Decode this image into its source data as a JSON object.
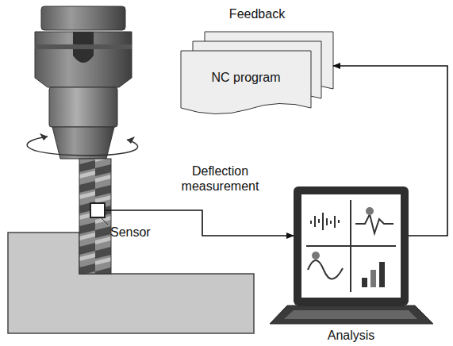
{
  "diagram": {
    "nodes": [
      {
        "text": [
          "Feedback",
          "NC program"
        ]
      },
      {
        "text": [
          "Sensor"
        ]
      },
      {
        "text": [
          "Analysis"
        ]
      }
    ],
    "edges": [
      {
        "from": 1,
        "to": 2,
        "arrow": "to"
      },
      {
        "from": 2,
        "to": 0,
        "arrow": "to"
      }
    ],
    "labels": [
      "Deflection measurement"
    ]
  }
}
